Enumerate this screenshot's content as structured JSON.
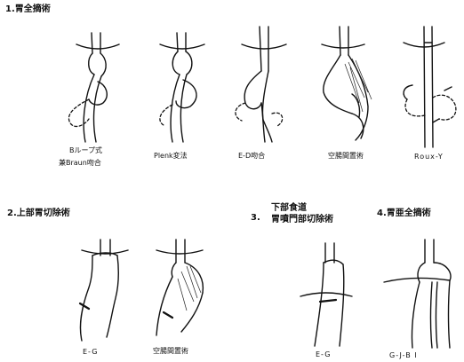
{
  "sections": {
    "s1": {
      "title": "1.胃全摘術"
    },
    "s2": {
      "title": "2.上部胃切除術"
    },
    "s3": {
      "num": "3.",
      "line1": "下部食道",
      "line2": "胃噴門部切除術"
    },
    "s4": {
      "title": "4.胃亜全摘術"
    }
  },
  "captions": {
    "c1_line1": "Bループ式",
    "c1_line2": "兼Braun吻合",
    "c2": "Plenk変法",
    "c3": "E-D吻合",
    "c4": "空腸間置術",
    "c5": "Roux-Y",
    "c6": "E-G",
    "c7": "空腸間置術",
    "c8": "E-G",
    "c9": "G-J-B I"
  }
}
